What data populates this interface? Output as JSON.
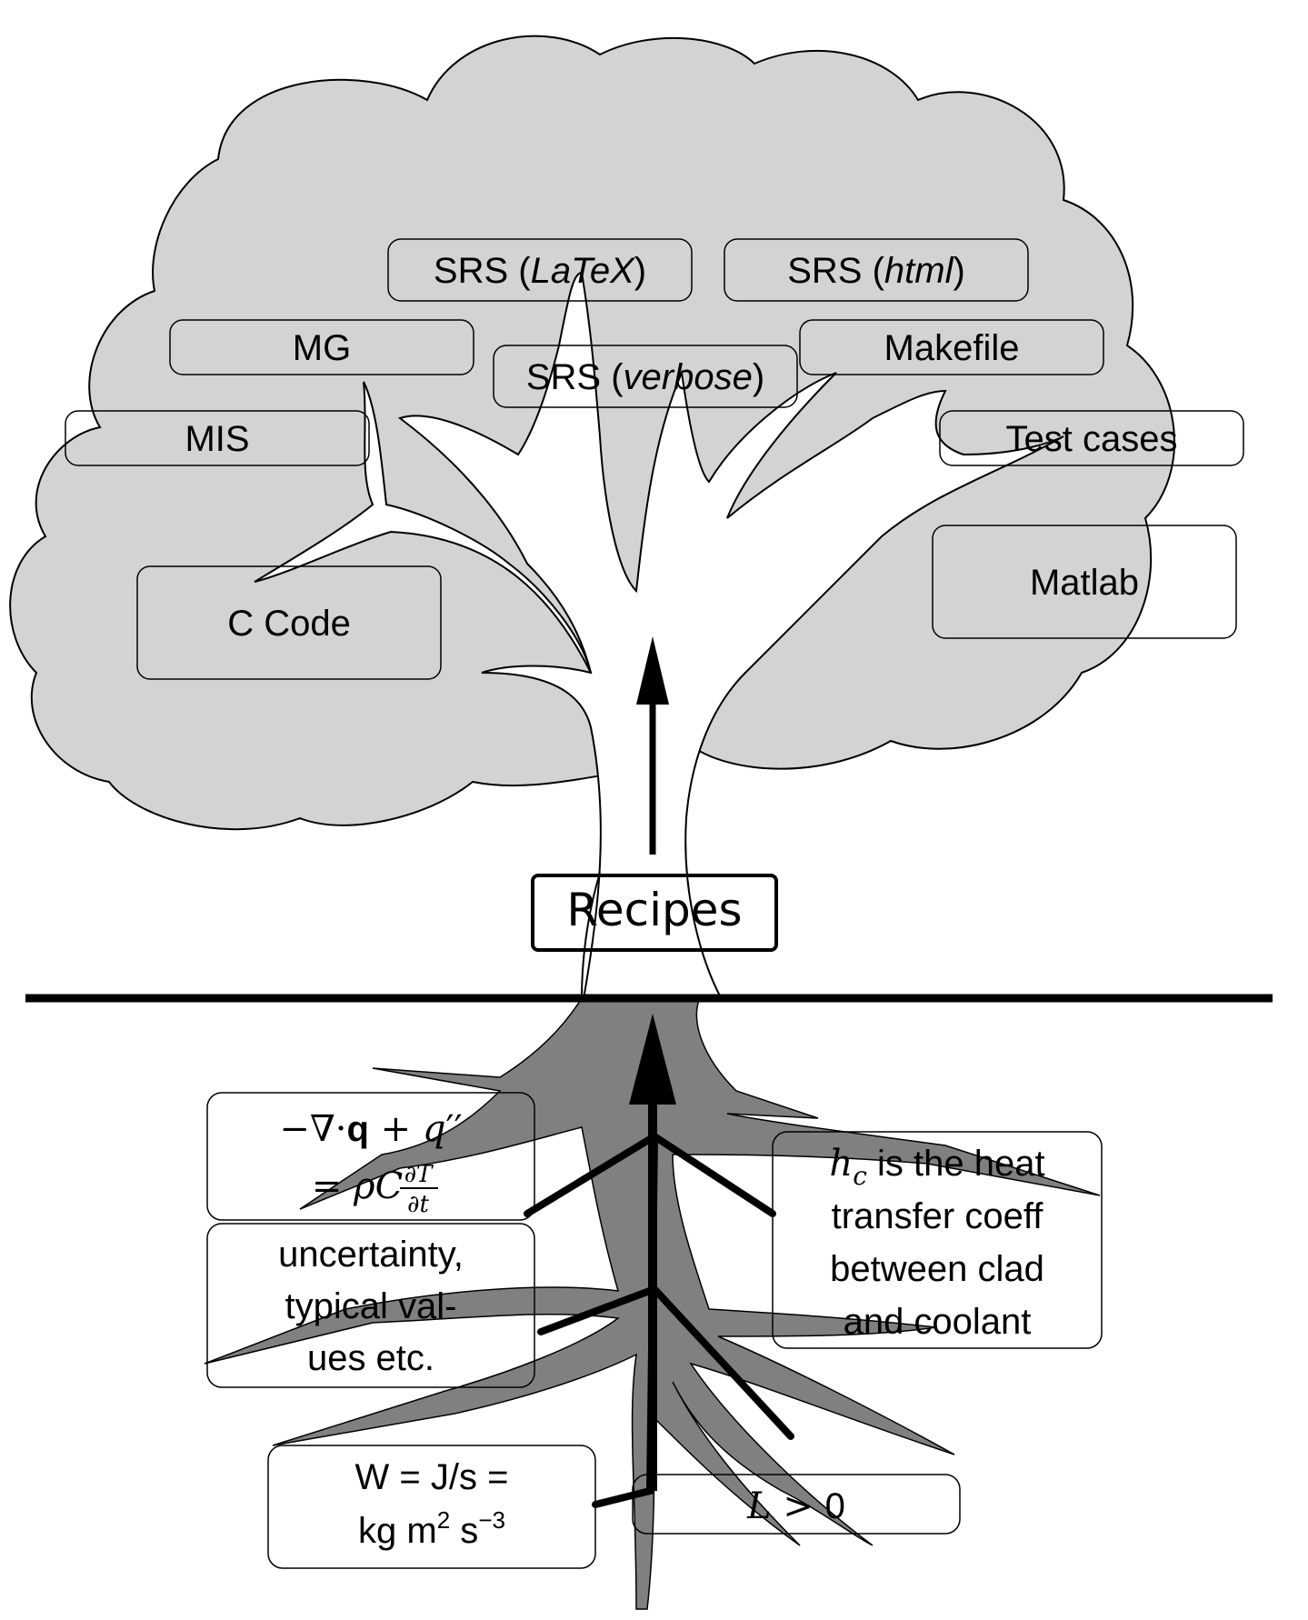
{
  "crown": {
    "boxes": [
      {
        "id": "srs-latex",
        "parts": [
          {
            "t": "SRS ("
          },
          {
            "t": "LaTeX",
            "i": true
          },
          {
            "t": ")"
          }
        ]
      },
      {
        "id": "srs-html",
        "parts": [
          {
            "t": "SRS ("
          },
          {
            "t": "html",
            "i": true
          },
          {
            "t": ")"
          }
        ]
      },
      {
        "id": "mg",
        "parts": [
          {
            "t": "MG"
          }
        ]
      },
      {
        "id": "srs-verbose",
        "parts": [
          {
            "t": "SRS ("
          },
          {
            "t": "verbose",
            "i": true
          },
          {
            "t": ")"
          }
        ]
      },
      {
        "id": "makefile",
        "parts": [
          {
            "t": "Makefile"
          }
        ]
      },
      {
        "id": "mis",
        "parts": [
          {
            "t": "MIS"
          }
        ]
      },
      {
        "id": "test-cases",
        "parts": [
          {
            "t": "Test cases"
          }
        ]
      },
      {
        "id": "matlab",
        "parts": [
          {
            "t": "Matlab"
          }
        ]
      },
      {
        "id": "c-code",
        "parts": [
          {
            "t": "C Code"
          }
        ]
      }
    ]
  },
  "trunk": {
    "label": "Recipes"
  },
  "roots": {
    "equation": {
      "line1": [
        "−∇·",
        "q",
        " + ",
        "q",
        "′′"
      ],
      "line2": [
        "= ",
        "ρC",
        "∂T",
        "∂t"
      ]
    },
    "uncertainty": [
      "uncertainty,",
      "typical val-",
      "ues etc."
    ],
    "heat_transfer": {
      "symbol": "h",
      "subscript": "c",
      "rest": " is the heat",
      "lines": [
        "transfer coeff",
        "between clad",
        "and coolant"
      ]
    },
    "units": {
      "line1": "W = J/s =",
      "line2_parts": [
        "kg m",
        "2",
        " s",
        "−3"
      ]
    },
    "length": {
      "var": "L",
      "op": " > ",
      "num": "0"
    }
  },
  "colors": {
    "crown_fill": "#d3d3d3",
    "root_fill": "#808080",
    "stroke": "#000000",
    "trunk_fill": "#ffffff"
  }
}
